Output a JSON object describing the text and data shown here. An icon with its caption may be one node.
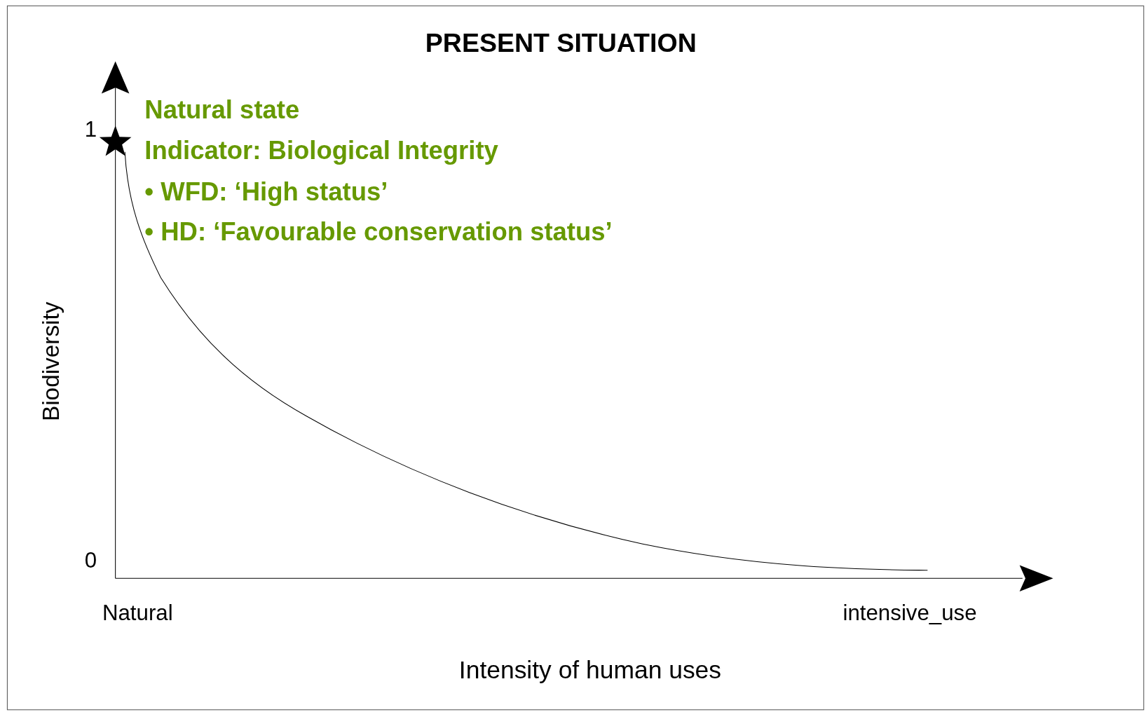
{
  "diagram": {
    "title": "PRESENT SITUATION",
    "labels": [
      "Natural state",
      "Indicator: Biological Integrity",
      "• WFD: ‘High status’",
      "• HD: ‘Favourable conservation status’",
      "1",
      "0",
      "Biodiversity",
      "Natural",
      "intensive_use",
      "Intensity of human uses"
    ]
  }
}
